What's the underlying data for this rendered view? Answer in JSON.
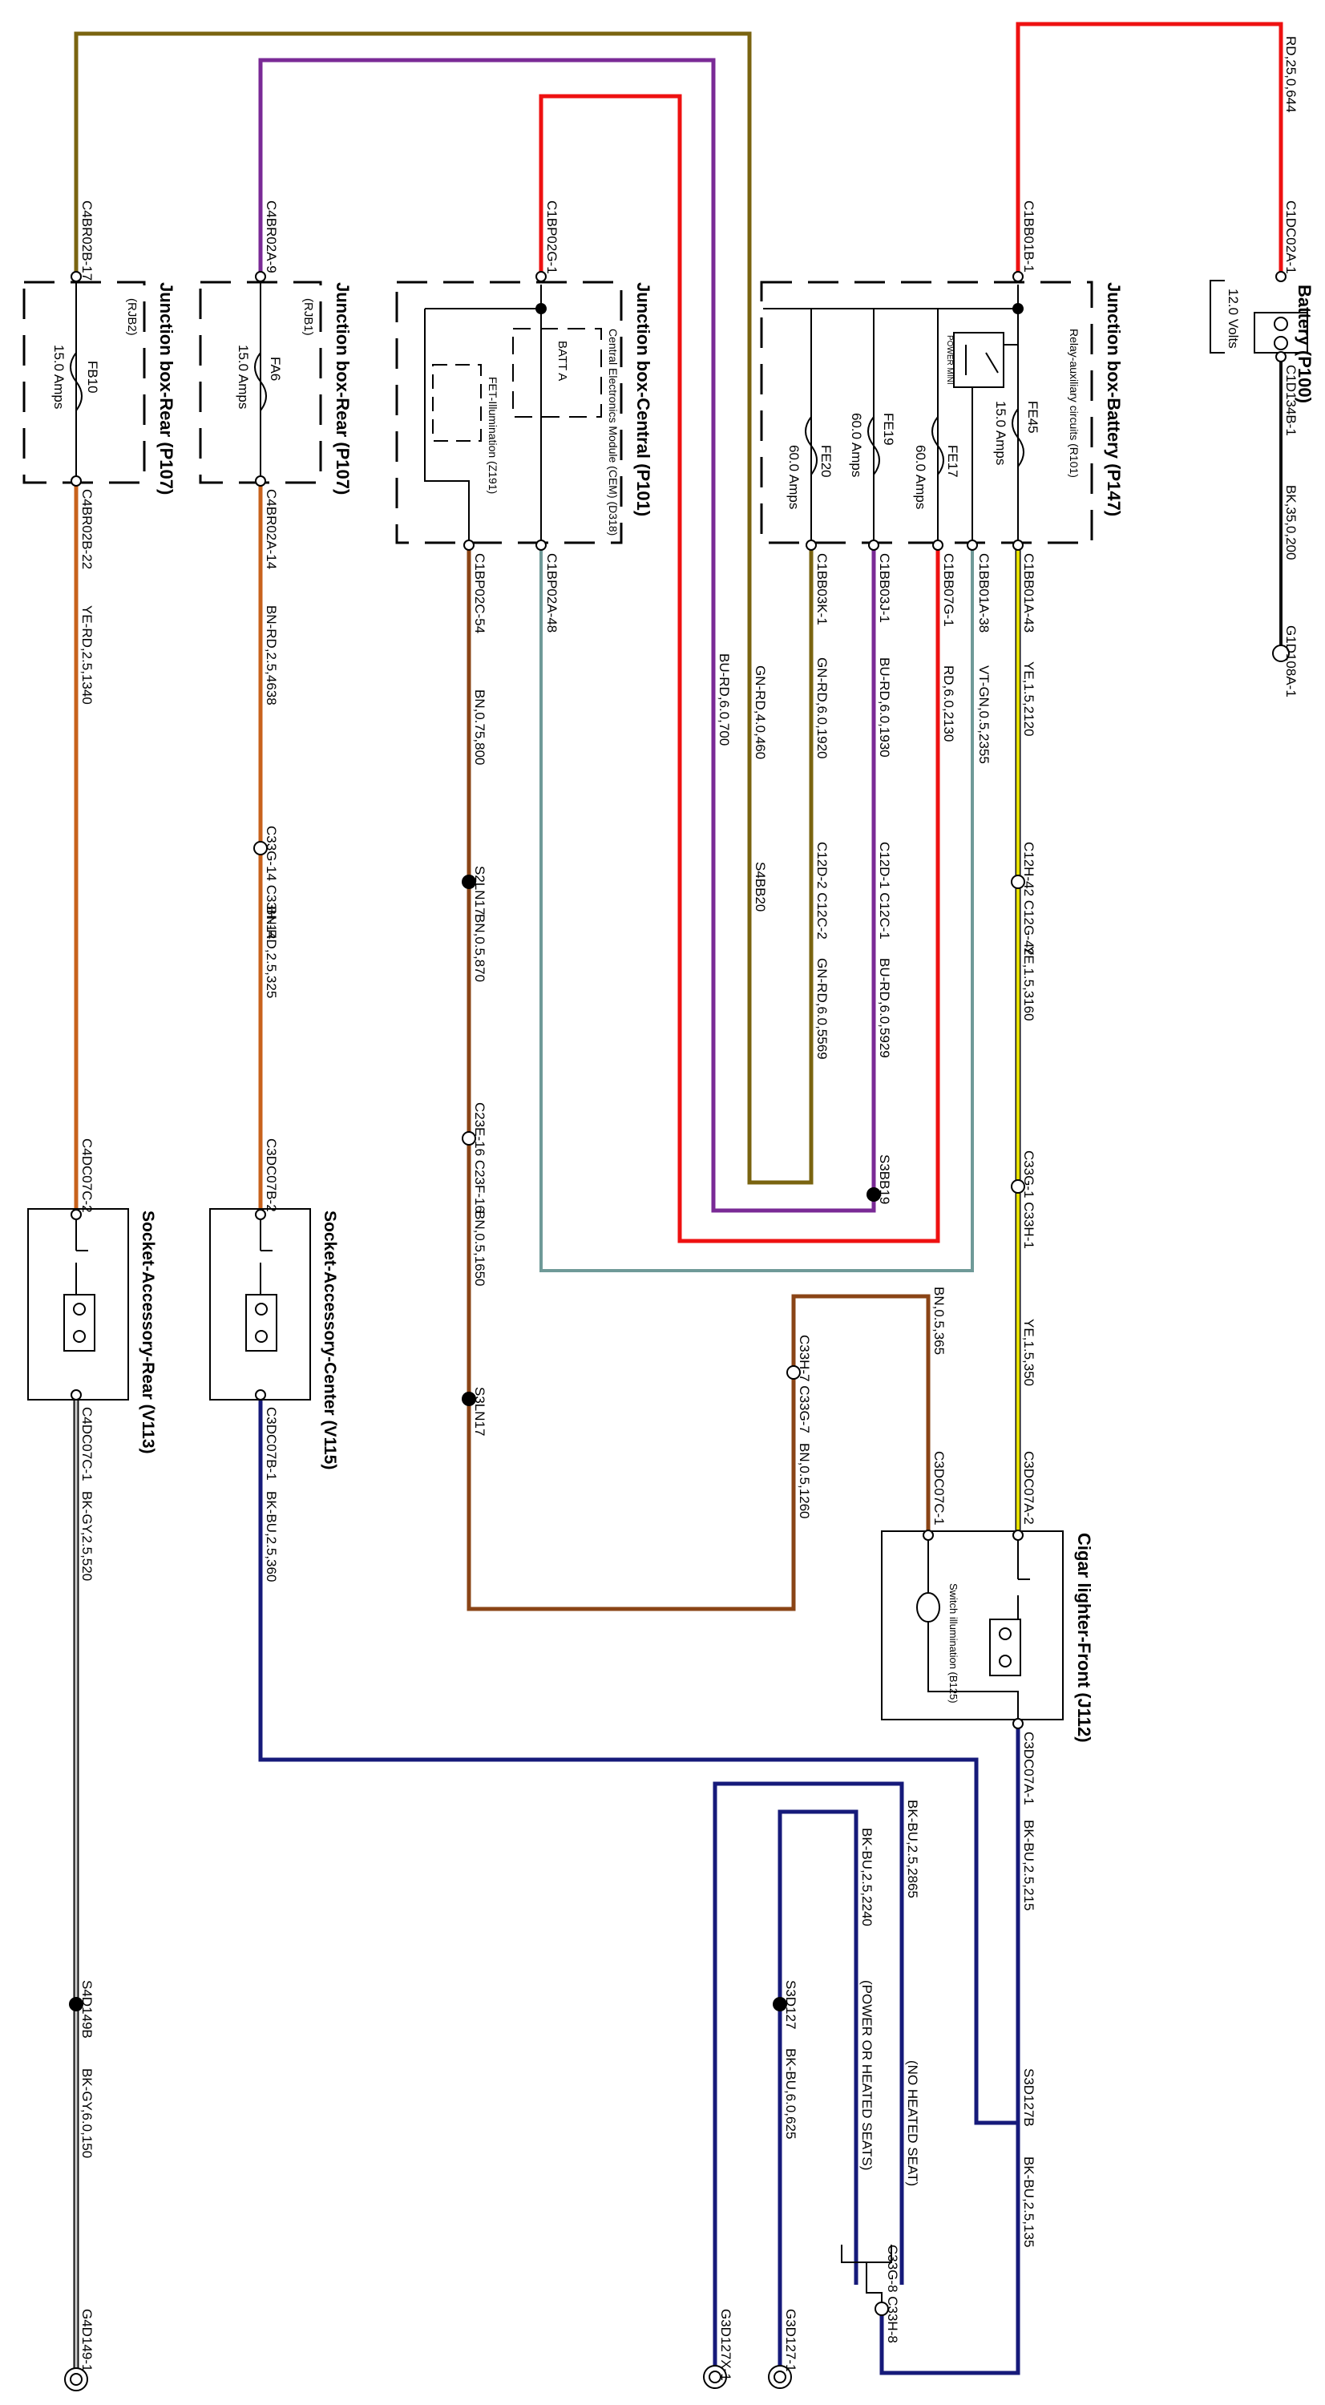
{
  "components": {
    "battery": "Battery (P100)",
    "battery_voltage": "12.0 Volts",
    "jb_battery": "Junction box-Battery (P147)",
    "jb_central": "Junction box-Central (P101)",
    "jb_rear1": "Junction box-Rear (P107)",
    "jb_rear2": "Junction box-Rear (P107)",
    "cem": "Central Electronics Module (CEM) (D318)",
    "batt_a": "BATT A",
    "fet_illum": "FET-Illumination (Z191)",
    "relay": "Relay-auxiliary circuits (R101)",
    "power_mini": "POWER MINI",
    "socket_rear": "Socket-Accessory-Rear (V113)",
    "socket_center": "Socket-Accessory-Center (V115)",
    "cigar": "Cigar lighter-Front (J112)",
    "switch_illum": "Switch illumination (B125)",
    "rjb1": "(RJB1)",
    "rjb2": "(RJB2)"
  },
  "fuses": {
    "fe45": {
      "name": "FE45",
      "rating": "15.0 Amps"
    },
    "fe17": {
      "name": "FE17",
      "rating": "60.0 Amps"
    },
    "fe19": {
      "name": "FE19",
      "rating": "60.0 Amps"
    },
    "fe20": {
      "name": "FE20",
      "rating": "60.0 Amps"
    },
    "fa6": {
      "name": "FA6",
      "rating": "15.0 Amps"
    },
    "fb10": {
      "name": "FB10",
      "rating": "15.0 Amps"
    }
  },
  "connectors": {
    "c1dc02a1": "C1DC02A-1",
    "c1d134b1": "C1D134B-1",
    "g1d108a1": "G1D108A-1",
    "c1bb01b1": "C1BB01B-1",
    "c1bb01a43": "C1BB01A-43",
    "c1bb01a38": "C1BB01A-38",
    "c1bb07g1": "C1BB07G-1",
    "c1bb03j1": "C1BB03J-1",
    "c1bb03k1": "C1BB03K-1",
    "c1bp02g1": "C1BP02G-1",
    "c1bp02a48": "C1BP02A-48",
    "c1bp02c54": "C1BP02C-54",
    "c4br02a9": "C4BR02A-9",
    "c4br02a14": "C4BR02A-14",
    "c4br02b17": "C4BR02B-17",
    "c4br02b22": "C4BR02B-22",
    "c12h42": "C12H-42 C12G-42",
    "c12d1": "C12D-1 C12C-1",
    "c12d2": "C12D-2 C12C-2",
    "s4bb20": "S4BB20",
    "s3bb19": "S3BB19",
    "s2ln17": "S2LN17",
    "c23e16": "C23E-16 C23F-16",
    "s3ln17": "S3LN17",
    "c33g14": "C33G-14 C33H-14",
    "c33g1": "C33G-1 C33H-1",
    "c33h7": "C33H-7 C33G-7",
    "c4dc07c2": "C4DC07C-2",
    "c3dc07b2": "C3DC07B-2",
    "c4dc07c1": "C4DC07C-1",
    "c3dc07b1": "C3DC07B-1",
    "c3dc07a2": "C3DC07A-2",
    "c3dc07c1": "C3DC07C-1",
    "c3dc07a1": "C3DC07A-1",
    "s4d149b": "S4D149B",
    "g4d1491": "G4D149-1",
    "s3d127b": "S3D127B",
    "s3d127": "S3D127",
    "c33g8": "C33G-8 C33H-8",
    "g3d1271": "G3D127-1",
    "g3d127x1": "G3D127X-1"
  },
  "wires": {
    "rd_25_0644": "RD,25,0,644",
    "bk_35_0200": "BK,35,0,200",
    "ye_15_2120": "YE,1.5,2120",
    "vt_gn_05_2355": "VT-GN,0.5,2355",
    "rd_60_2130": "RD,6.0,2130",
    "bu_rd_60_1930": "BU-RD,6.0,1930",
    "gn_rd_60_1920": "GN-RD,6.0,1920",
    "gn_rd_40_460": "GN-RD,4.0,460",
    "bu_rd_60_700": "BU-RD,6.0,700",
    "ye_15_3160": "YE,1.5,3160",
    "bu_rd_60_5929": "BU-RD,6.0,5929",
    "gn_rd_60_5569": "GN-RD,6.0,5569",
    "ye_15_350": "YE,1.5,350",
    "bn_05_365": "BN,0.5,365",
    "bn_05_1260": "BN,0.5,1260",
    "bn_075_800": "BN,0.75,800",
    "bn_05_870": "BN,0.5,870",
    "bn_05_1650": "BN,0.5,1650",
    "bn_rd_25_4638": "BN-RD,2.5,4638",
    "bn_rd_25_325": "BN-RD,2.5,325",
    "ye_rd_25_1340": "YE-RD,2.5,1340",
    "bk_bu_25_360": "BK-BU,2.5,360",
    "bk_gy_25_520": "BK-GY,2.5,520",
    "bk_gy_60_150": "BK-GY,6.0,150",
    "bk_bu_25_215": "BK-BU,2.5,215",
    "bk_bu_25_135": "BK-BU,2.5,135",
    "bk_bu_25_2865": "BK-BU,2.5,2865",
    "bk_bu_25_2240": "BK-BU,2.5,2240",
    "bk_bu_60_625": "BK-BU,6.0,625"
  },
  "notes": {
    "no_heated": "(NO HEATED SEAT)",
    "power_heated": "(POWER OR HEATED SEATS)"
  },
  "colors": {
    "red": "#ee1111",
    "purple": "#7a2a96",
    "olive": "#7a6410",
    "brown": "#8a4416",
    "orange": "#c8621c",
    "yellow": "#e6e000",
    "green_gray": "#6f9a98",
    "navy": "#161a7a",
    "black": "#111111"
  }
}
